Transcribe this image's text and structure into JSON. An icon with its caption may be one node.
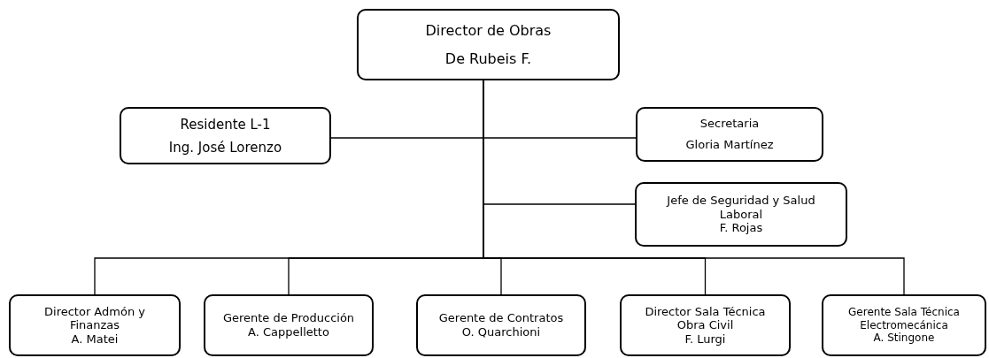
{
  "diagram": {
    "nodes": [
      {
        "text": [
          "Director de Obras",
          "De Rubeis F."
        ]
      },
      {
        "text": [
          "Residente L-1",
          "Ing. José Lorenzo"
        ]
      },
      {
        "text": [
          "Secretaria",
          "Gloria Martínez"
        ]
      },
      {
        "text": [
          "Jefe de Seguridad y Salud Laboral",
          "F. Rojas"
        ]
      },
      {
        "text": [
          "Director Admón y Finanzas",
          "A. Matei"
        ]
      },
      {
        "text": [
          "Gerente de Producción",
          "A. Cappelletto"
        ]
      },
      {
        "text": [
          "Gerente de Contratos",
          "O. Quarchioni"
        ]
      },
      {
        "text": [
          "Director Sala Técnica Obra Civil",
          "F. Lurgi"
        ]
      },
      {
        "text": [
          "Gerente Sala Técnica Electromecánica",
          "A. Stingone"
        ]
      }
    ],
    "edges": [
      {
        "from": 0,
        "to": 1,
        "arrow": "none"
      },
      {
        "from": 0,
        "to": 2,
        "arrow": "none"
      },
      {
        "from": 0,
        "to": 3,
        "arrow": "none"
      },
      {
        "from": 0,
        "to": 4,
        "arrow": "none"
      },
      {
        "from": 0,
        "to": 5,
        "arrow": "none"
      },
      {
        "from": 0,
        "to": 6,
        "arrow": "none"
      },
      {
        "from": 0,
        "to": 7,
        "arrow": "none"
      },
      {
        "from": 0,
        "to": 8,
        "arrow": "none"
      }
    ]
  }
}
